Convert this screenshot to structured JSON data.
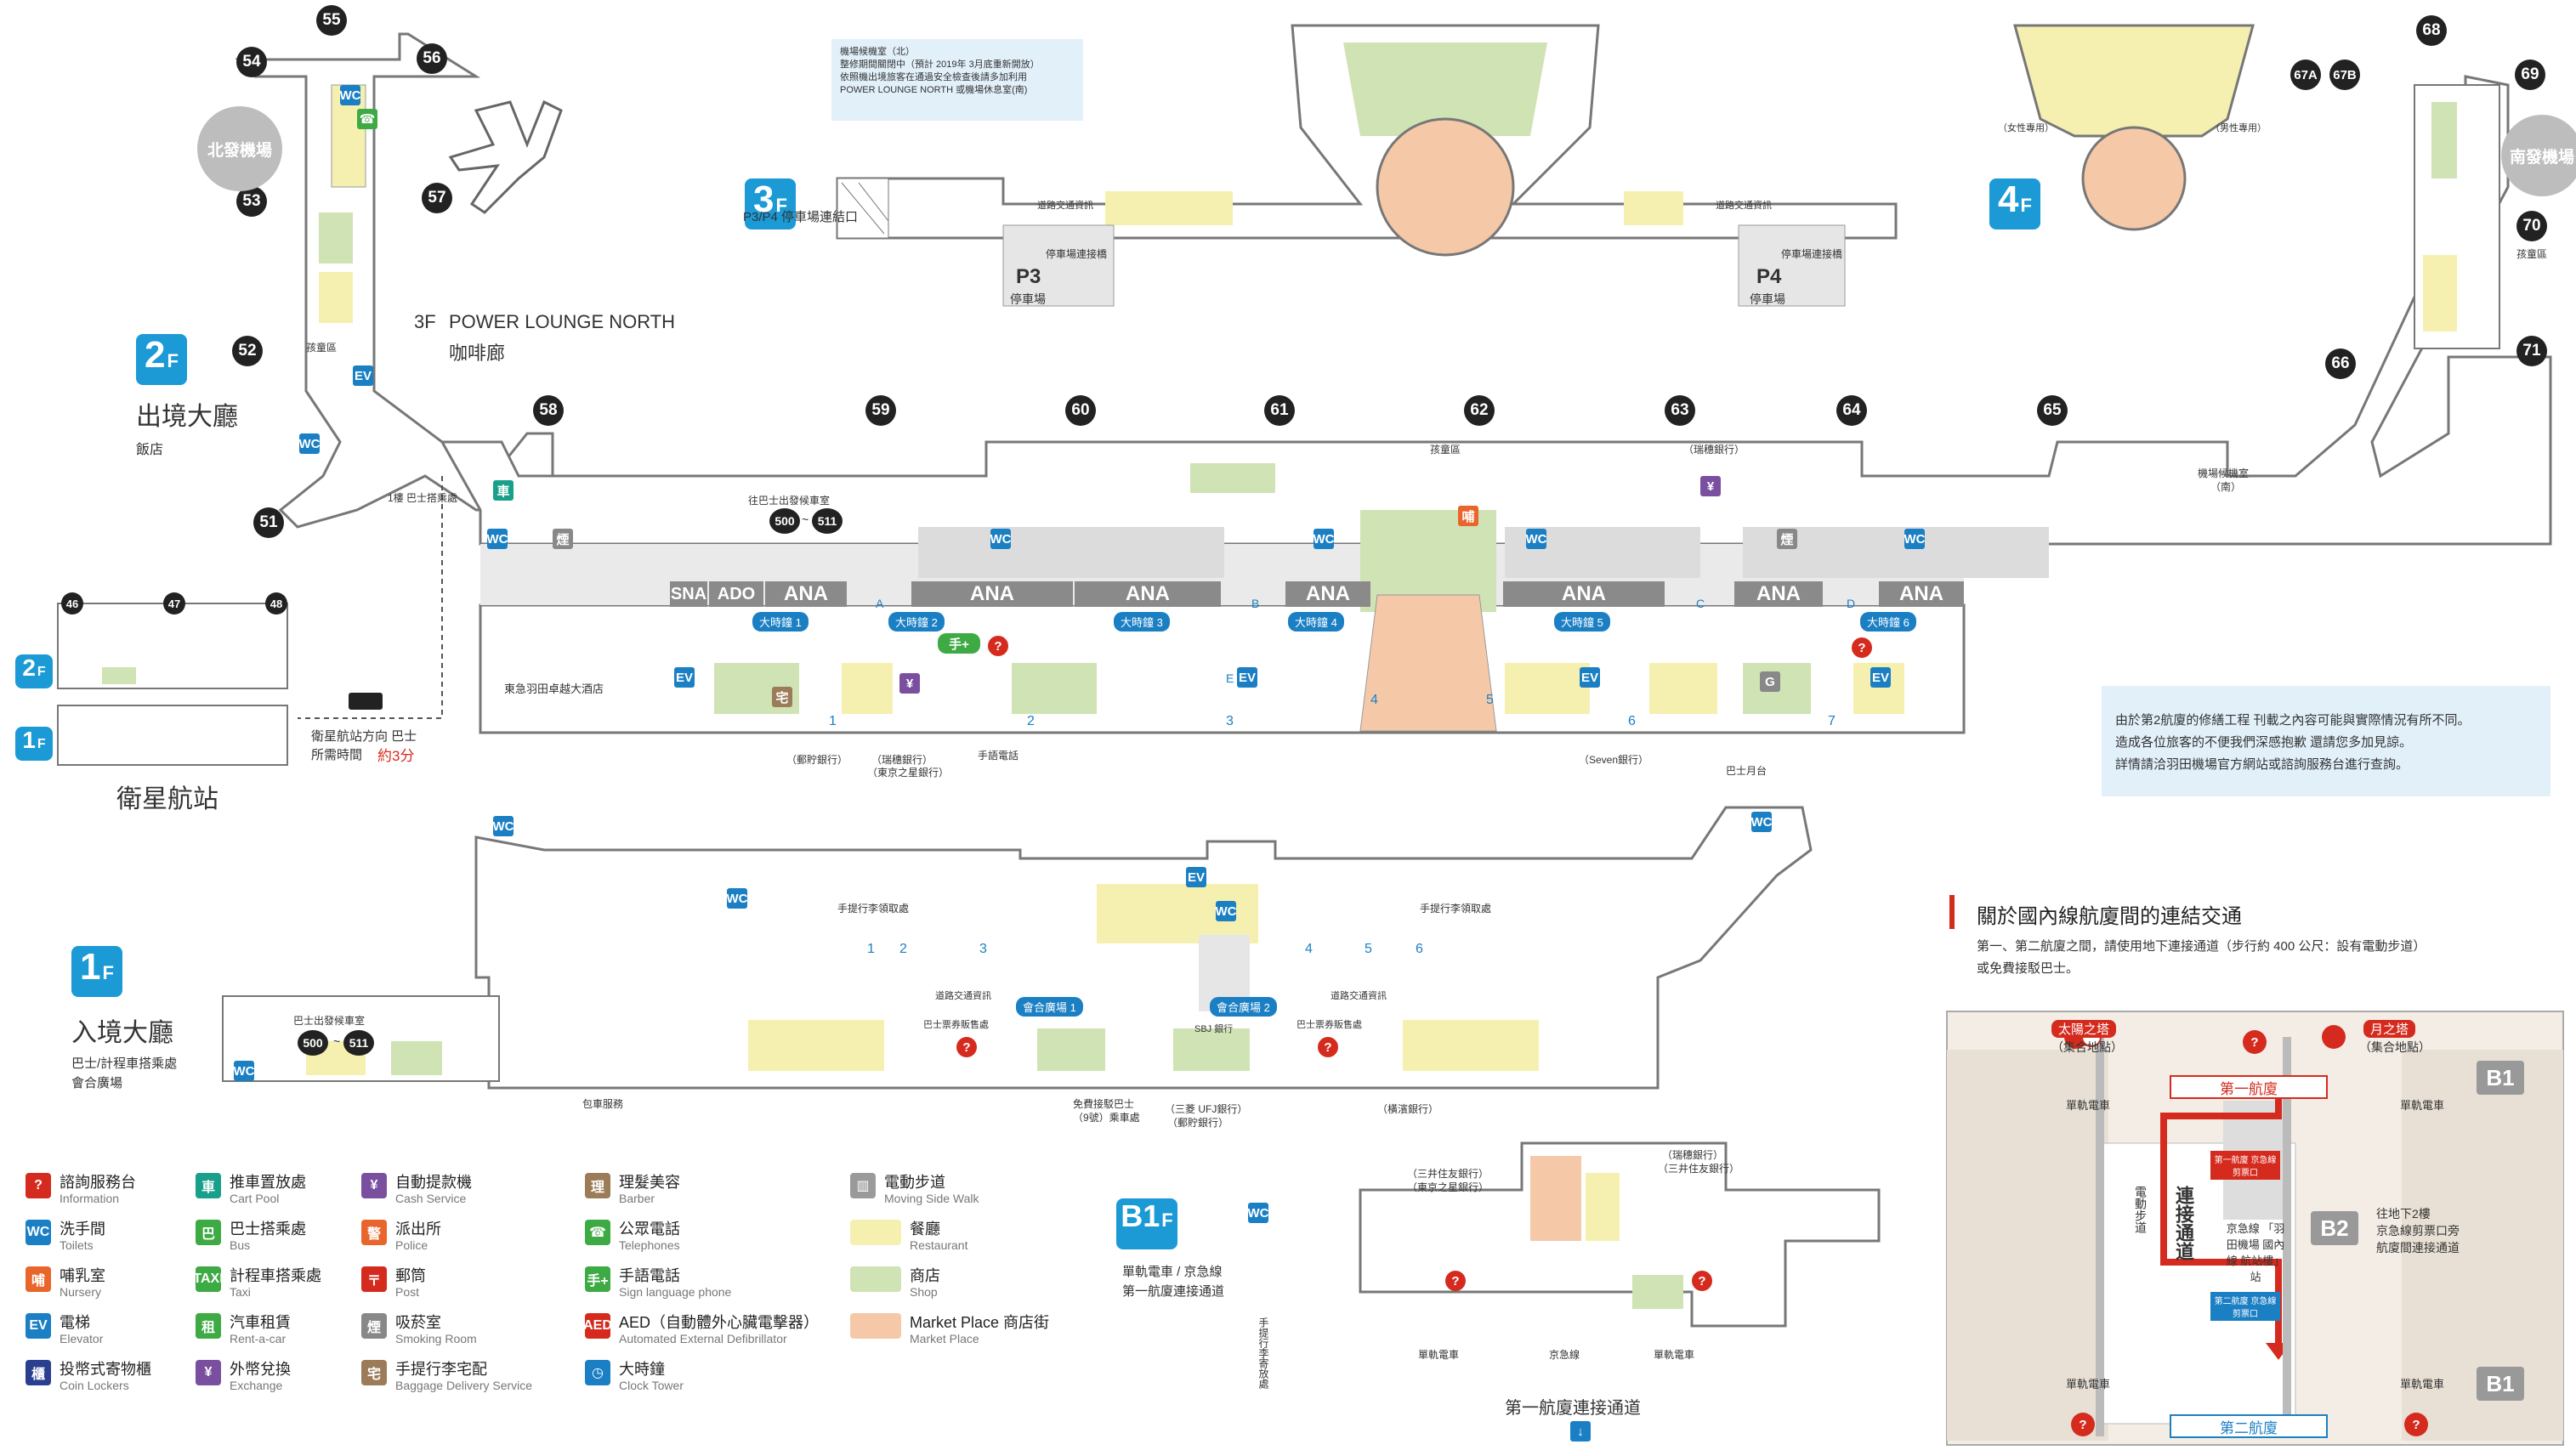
{
  "satellite": {
    "hall_2f_title": "出境大廳",
    "hall_2f_sub": "飯店",
    "floor_2f": "2",
    "floor_letter": "F",
    "north_departure": "北發機場",
    "gates": [
      "55",
      "54",
      "56",
      "53",
      "57",
      "52",
      "51"
    ],
    "baby_area": "孩童區",
    "lounge_3f_prefix": "3F",
    "lounge_3f_name": "POWER LOUNGE NORTH",
    "lounge_3f_cafe": "咖啡廊",
    "bus_stop_1f": "1樓 巴士搭乘處",
    "inset_gates": [
      "46",
      "47",
      "48"
    ],
    "inset_2f": "2",
    "inset_1f": "1",
    "satellite_title": "衛星航站",
    "shuttle_direction": "衛星航站方向 巴士",
    "shuttle_time_label": "所需時間",
    "shuttle_time_value": "約3分"
  },
  "floor3": {
    "badge_num": "3",
    "lounge_notice": [
      "機場候機室（北）",
      "整修期間關閉中（預計 2019年 3月底重新開放）",
      "依照機出境旅客在通過安全檢查後請多加利用",
      "POWER LOUNGE NORTH 或機場休息室(南)"
    ],
    "parking_link": "P3/P4 停車場連結口",
    "info_label_1": "道路交通資訊",
    "info_label_2": "道路交通資訊",
    "parking_link_1": "停車場連接橋",
    "parking_link_2": "停車場連接橋",
    "p3": "P3",
    "p3_sub": "停車場",
    "p4": "P4",
    "p4_sub": "停車場"
  },
  "floor4": {
    "badge_num": "4",
    "women_only": "（女性專用）",
    "men_only": "（男性專用）"
  },
  "east_wing": {
    "gates": [
      "68",
      "67A",
      "67B",
      "69",
      "70",
      "66",
      "71"
    ],
    "south_departure": "南發機場",
    "baby_area": "孩童區"
  },
  "concourse_2f": {
    "gates": [
      "58",
      "59",
      "60",
      "61",
      "62",
      "63",
      "64",
      "65"
    ],
    "bus_lounge": "往巴士出發候車室",
    "bus_gate_from": "500",
    "bus_gate_to": "511",
    "baby_area_center": "孩童區",
    "bank_mizuho_top": "（瑞穗銀行）",
    "lounge_south": "機場候機室",
    "lounge_south_sub": "（南）",
    "airlines": [
      "SNA",
      "ADO",
      "ANA",
      "ANA",
      "ANA",
      "ANA",
      "ANA",
      "ANA",
      "ANA"
    ],
    "markers": [
      "A",
      "B",
      "C",
      "D",
      "E"
    ],
    "clocks": [
      "大時鐘 1",
      "大時鐘 2",
      "大時鐘 3",
      "大時鐘 4",
      "大時鐘 5",
      "大時鐘 6"
    ],
    "hotel": "東急羽田卓越大酒店",
    "bank_post": "（郵貯銀行）",
    "bank_mizuho": "（瑞穗銀行）",
    "bank_tokyo_star": "（東京之星銀行）",
    "sign_phone": "手語電話",
    "bank_seven": "（Seven銀行）",
    "bus_platform": "巴士月台",
    "numbers": [
      "1",
      "2",
      "3",
      "4",
      "5",
      "6",
      "7"
    ]
  },
  "notice": {
    "line1": "由於第2航廈的修繕工程 刊載之內容可能與實際情況有所不同。",
    "line2": "造成各位旅客的不便我們深感抱歉 還請您多加見諒。",
    "line3": "詳情請洽羽田機場官方網站或諮詢服務台進行查詢。"
  },
  "floor1": {
    "badge_num": "1",
    "title": "入境大廳",
    "sub1": "巴士/計程車搭乘處",
    "sub2": "會合廣場",
    "bus_waiting": "巴士出發候車室",
    "bus_gate_from": "500",
    "bus_gate_to": "511",
    "baggage_pickup_1": "手提行李領取處",
    "baggage_pickup_2": "手提行李領取處",
    "meeting_1": "會合廣場 1",
    "meeting_2": "會合廣場 2",
    "ticket_1": "巴士票券販售處",
    "ticket_2": "巴士票券販售處",
    "road_info_1": "道路交通資訊",
    "road_info_2": "道路交通資訊",
    "sbj_bank": "SBJ 銀行",
    "free_bus": "免費接駁巴士",
    "free_bus_sub": "（9號）乘車處",
    "bank_mufg": "（三菱 UFJ銀行）",
    "bank_post_1f": "（郵貯銀行）",
    "bank_yokohama": "（橫濱銀行）",
    "restaurant": "包車服務",
    "pickup_numbers": [
      "1",
      "2",
      "3",
      "4",
      "5",
      "6"
    ]
  },
  "b1": {
    "badge_num": "B1",
    "title_line1": "單軌電車 / 京急線",
    "title_line2": "第一航廈連接通道",
    "bank_smbc": "（三井住友銀行）",
    "bank_tokyo_star": "（東京之星銀行）",
    "bank_mizuho": "（瑞穗銀行）",
    "bank_mitsui": "（三井住友銀行）",
    "baggage_service": "手提行李寄放處",
    "monorail_1": "單軌電車",
    "keikyu": "京急線",
    "monorail_2": "單軌電車",
    "link_title": "第一航廈連接通道"
  },
  "connection": {
    "title": "關於國內線航廈間的連結交通",
    "desc_line1": "第一、第二航廈之間，請使用地下連接通道（步行約 400 公尺：設有電動步道）",
    "desc_line2": "或免費接駁巴士。",
    "tower_sun": "太陽之塔",
    "tower_sun_sub": "（集合地點）",
    "tower_moon": "月之塔",
    "tower_moon_sub": "（集合地點）",
    "t1": "第一航廈",
    "t2": "第二航廈",
    "t1_ticket": "第一航廈 京急線剪票口",
    "t2_ticket": "第二航廈 京急線剪票口",
    "station": "京急線 「羽田機場 國內線 航站樓」站",
    "walkway": "電動步道",
    "corridor": "連接通道",
    "b1f_1": "B1",
    "b2f": "B2",
    "b1f_2": "B1",
    "b2_note_1": "往地下2樓",
    "b2_note_2": "京急線剪票口旁",
    "b2_note_3": "航廈間連接通道",
    "monorail_a": "單軌電車",
    "monorail_b": "單軌電車",
    "monorail_c": "單軌電車",
    "monorail_d": "單軌電車"
  },
  "legend": [
    {
      "icon": "?",
      "color": "#d52b1e",
      "name": "info-icon",
      "t1": "諮詢服務台",
      "t2": "Information"
    },
    {
      "icon": "WC",
      "color": "#1b7fc4",
      "name": "toilets-icon",
      "t1": "洗手間",
      "t2": "Toilets"
    },
    {
      "icon": "哺",
      "color": "#e8662c",
      "name": "nursery-icon",
      "t1": "哺乳室",
      "t2": "Nursery"
    },
    {
      "icon": "EV",
      "color": "#1b7fc4",
      "name": "elevator-icon",
      "t1": "電梯",
      "t2": "Elevator"
    },
    {
      "icon": "櫃",
      "color": "#2a3f8f",
      "name": "coin-locker-icon",
      "t1": "投幣式寄物櫃",
      "t2": "Coin Lockers"
    },
    {
      "icon": "車",
      "color": "#18a08a",
      "name": "cart-pool-icon",
      "t1": "推車置放處",
      "t2": "Cart Pool"
    },
    {
      "icon": "巴",
      "color": "#3daa44",
      "name": "bus-icon",
      "t1": "巴士搭乘處",
      "t2": "Bus"
    },
    {
      "icon": "TAXI",
      "color": "#3daa44",
      "name": "taxi-icon",
      "t1": "計程車搭乘處",
      "t2": "Taxi"
    },
    {
      "icon": "租",
      "color": "#3daa44",
      "name": "rent-a-car-icon",
      "t1": "汽車租賃",
      "t2": "Rent-a-car"
    },
    {
      "icon": "¥",
      "color": "#7a4fa0",
      "name": "exchange-icon",
      "t1": "外幣兌換",
      "t2": "Exchange"
    },
    {
      "icon": "¥",
      "color": "#7a4fa0",
      "name": "cash-service-icon",
      "t1": "自動提款機",
      "t2": "Cash Service"
    },
    {
      "icon": "警",
      "color": "#e8662c",
      "name": "police-icon",
      "t1": "派出所",
      "t2": "Police"
    },
    {
      "icon": "〒",
      "color": "#d52b1e",
      "name": "post-icon",
      "t1": "郵筒",
      "t2": "Post"
    },
    {
      "icon": "煙",
      "color": "#888888",
      "name": "smoking-room-icon",
      "t1": "吸菸室",
      "t2": "Smoking Room"
    },
    {
      "icon": "宅",
      "color": "#9b7b58",
      "name": "baggage-delivery-icon",
      "t1": "手提行李宅配",
      "t2": "Baggage Delivery Service"
    },
    {
      "icon": "理",
      "color": "#9b7b58",
      "name": "barber-icon",
      "t1": "理髮美容",
      "t2": "Barber"
    },
    {
      "icon": "☎",
      "color": "#3daa44",
      "name": "telephone-icon",
      "t1": "公眾電話",
      "t2": "Telephones"
    },
    {
      "icon": "手+",
      "color": "#3daa44",
      "name": "sign-phone-icon",
      "t1": "手語電話",
      "t2": "Sign language phone"
    },
    {
      "icon": "AED",
      "color": "#d52b1e",
      "name": "aed-icon",
      "t1": "AED（自動體外心臟電擊器）",
      "t2": "Automated External Defibrillator"
    },
    {
      "icon": "◷",
      "color": "#1b7fc4",
      "name": "clock-tower-icon",
      "t1": "大時鐘",
      "t2": "Clock Tower"
    },
    {
      "icon": "▥",
      "color": "#9a9a9a",
      "name": "moving-walk-icon",
      "t1": "電動步道",
      "t2": "Moving Side Walk"
    },
    {
      "icon": "",
      "color": "#f6f0b0",
      "name": "restaurant-swatch",
      "t1": "餐廳",
      "t2": "Restaurant"
    },
    {
      "icon": "",
      "color": "#cfe3b4",
      "name": "shop-swatch",
      "t1": "商店",
      "t2": "Shop"
    },
    {
      "icon": "",
      "color": "#f5c9a8",
      "name": "market-place-swatch",
      "t1": "Market Place 商店街",
      "t2": "Market Place"
    }
  ]
}
